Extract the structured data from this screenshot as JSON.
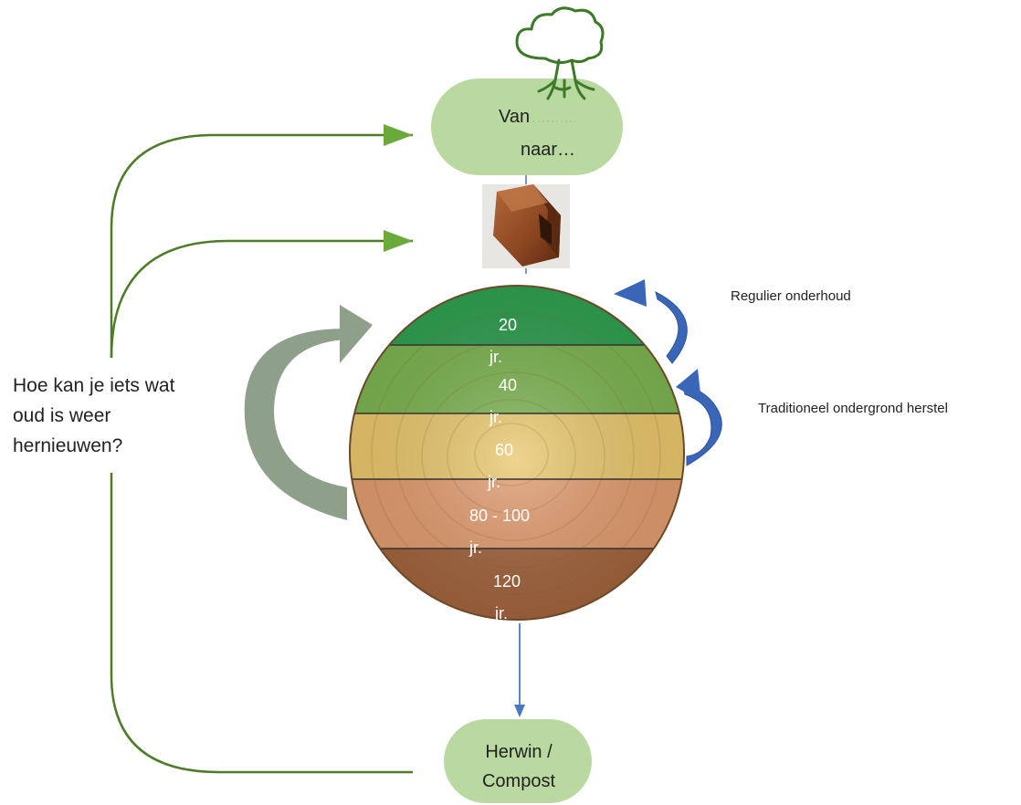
{
  "top_node": {
    "line1": "Van",
    "line2": "naar…"
  },
  "bottom_node": {
    "line1": "Herwin /",
    "line2": "Compost"
  },
  "question": {
    "line1": "Hoe kan je iets wat",
    "line2": "oud is weer",
    "line3": "hernieuwen?"
  },
  "annotations": {
    "regular": "Regulier onderhoud",
    "traditional": "Traditioneel ondergrond herstel"
  },
  "bands": [
    {
      "age": "20",
      "unit": "jr.",
      "color": "#2e9e4e"
    },
    {
      "age": "40",
      "unit": "jr.",
      "color": "#7ab24e"
    },
    {
      "age": "60",
      "unit": "jr.",
      "color": "#e8c66a"
    },
    {
      "age": "80 - 100",
      "unit": "jr.",
      "color": "#e09a6c"
    },
    {
      "age": "120",
      "unit": "jr.",
      "color": "#a0613a"
    }
  ],
  "colors": {
    "node_fill": "#b9d9a0",
    "green_line": "#4e7d2a",
    "blue_arrow": "#3a66b8",
    "grey_arrow": "#8fa08a",
    "tree": "#3c7a2a"
  }
}
